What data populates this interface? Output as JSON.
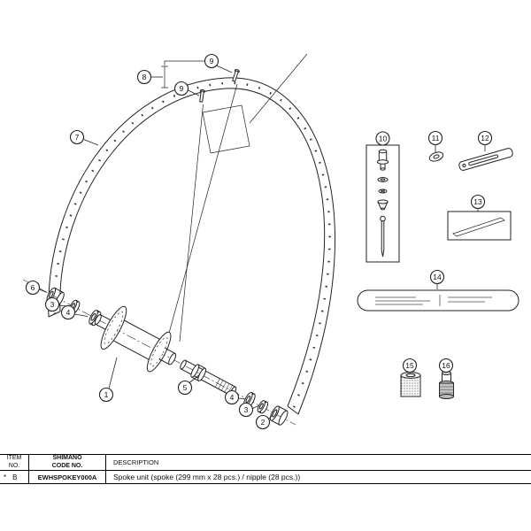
{
  "diagram": {
    "callout_labels": {
      "n1": "1",
      "n2": "2",
      "n3": "3",
      "n4": "4",
      "n5": "5",
      "n6": "6",
      "n7": "7",
      "n8": "8",
      "n9": "9",
      "n10": "10",
      "n11": "11",
      "n12": "12",
      "n13": "13",
      "n14": "14",
      "n15": "15",
      "n16": "16"
    }
  },
  "table": {
    "headers": {
      "item_line1": "ITEM",
      "item_line2": "NO.",
      "code_line1": "SHIMANO",
      "code_line2": "CODE NO.",
      "description": "DESCRIPTION"
    },
    "rows": [
      {
        "mark": "*",
        "item": "B",
        "code": "EWHSPOKEY000A",
        "description": "Spoke unit (spoke (299 mm x 28 pcs.) / nipple (28 pcs.))"
      }
    ]
  }
}
